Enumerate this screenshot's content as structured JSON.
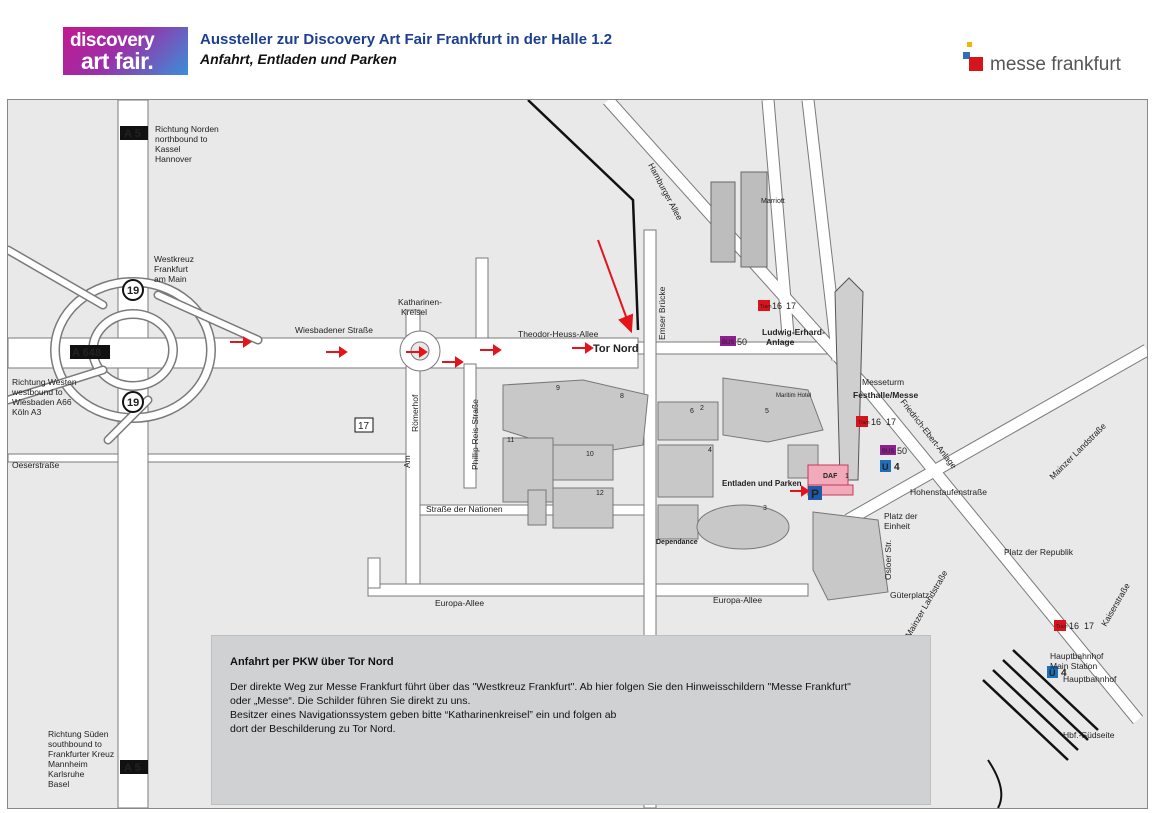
{
  "header": {
    "logo_line1": "discovery",
    "logo_line2": "art fair.",
    "title": "Aussteller zur Discovery Art Fair Frankfurt in der Halle 1.2",
    "subtitle": "Anfahrt, Entladen und Parken",
    "brand": "messe frankfurt"
  },
  "map": {
    "a5": "A 5",
    "a648": "A 648",
    "b19": "19",
    "b17": "17",
    "north": [
      "Richtung Norden",
      "northbound to",
      "Kassel",
      "Hannover"
    ],
    "west": [
      "Richtung Westen",
      "westbound to",
      "Wiesbaden A66",
      "Köln A3"
    ],
    "south": [
      "Richtung Süden",
      "southbound to",
      "Frankfurter Kreuz",
      "Mannheim",
      "Karlsruhe",
      "Basel"
    ],
    "westkreuz": [
      "Westkreuz",
      "Frankfurt",
      "am Main"
    ],
    "katharinen": [
      "Katharinen-",
      "Kreisel"
    ],
    "wiesbadener": "Wiesbadener Straße",
    "theodor": "Theodor-Heuss-Allee",
    "tor_nord": "Tor Nord",
    "emser": "Emser Brücke",
    "hamburger": "Hamburger Allee",
    "marriott": "Marriott",
    "ludwig": [
      "Ludwig-Erhard-",
      "Anlage"
    ],
    "messeturm": "Messeturm",
    "festhalle": "Festhalle/Messe",
    "fe_anlage": "Friedrich-Ebert-Anlage",
    "mainzer1": "Mainzer Landstraße",
    "mainzer2": "Mainzer Landstraße",
    "hohenstaufen": "Hohenstaufenstraße",
    "platz_republik": "Platz der Republik",
    "platz_einheit": [
      "Platz der",
      "Einheit"
    ],
    "kaiser": "Kaiserstraße",
    "guterplatz": "Güterplatz",
    "osloer": "Osloer Str.",
    "oeser": "Oeserstraße",
    "roemerhof": "Römerhof",
    "am": "Am",
    "reis": "Phillip-Reis-Straße",
    "nationen": "Straße der Nationen",
    "europa1": "Europa-Allee",
    "europa2": "Europa-Allee",
    "hbf": [
      "Hauptbahnhof",
      "Main Station"
    ],
    "hbf_right": "Hauptbahnhof",
    "suedseite": "Hbf.-Südseite",
    "maritim": "Maritim Hotel",
    "dependance": "Dependance",
    "entladen": "Entladen und Parken",
    "daf": "DAF",
    "park": "P",
    "bus": "BUS",
    "tram": "Tram",
    "u": "U",
    "u4": "4",
    "n50": "50",
    "n16": "16",
    "n17": "17",
    "halls": [
      "1",
      "2",
      "3",
      "4",
      "5",
      "6",
      "8",
      "9",
      "10",
      "11",
      "12"
    ]
  },
  "info": {
    "heading": "Anfahrt per PKW über Tor Nord",
    "lines": [
      "Der direkte Weg zur Messe Frankfurt führt über das \"Westkreuz Frankfurt\". Ab hier folgen Sie den Hinweisschildern \"Messe Frankfurt\"",
      "oder „Messe“. Die Schilder führen Sie direkt zu uns.",
      "Besitzer eines Navigationssystem geben bitte “Katharinenkreisel” ein und folgen ab",
      "dort der Beschilderung zu Tor Nord."
    ]
  },
  "colors": {
    "arrow": "#e3141b",
    "brand_blue": "#1d3f8f",
    "parking": "#1e5aa8",
    "bus": "#8e1f8f",
    "tram": "#d7141b",
    "ubahn": "#1e6fb8",
    "daf_pink": "#f2a9b9"
  }
}
